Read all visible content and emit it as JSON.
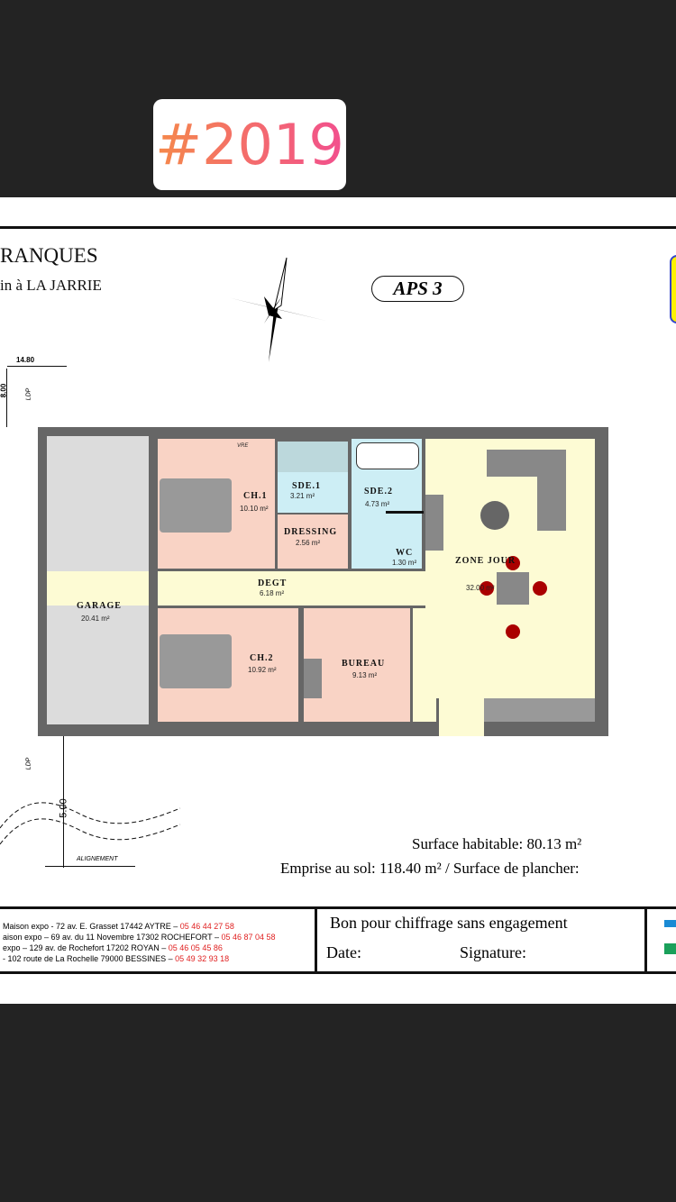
{
  "story": {
    "sticker_text": "#2019"
  },
  "plan": {
    "title": "RANQUES",
    "subtitle": "in à LA JARRIE",
    "badge": "APS 3",
    "dimensions": {
      "width_label": "14.80",
      "depth_label": "8.00",
      "setback_label": "5.00",
      "ldp_label": "LDP",
      "alignment_label": "ALIGNEMENT"
    },
    "rooms": [
      {
        "name": "GARAGE",
        "area": "20.41 m²"
      },
      {
        "name": "CH.1",
        "area": "10.10 m²"
      },
      {
        "name": "SDE.1",
        "area": "3.21 m²"
      },
      {
        "name": "DRESSING",
        "area": "2.56 m²"
      },
      {
        "name": "SDE.2",
        "area": "4.73 m²"
      },
      {
        "name": "WC",
        "area": "1.30 m²"
      },
      {
        "name": "ZONE JOUR",
        "area": "32.00 m²"
      },
      {
        "name": "DEGT",
        "area": "6.18 m²"
      },
      {
        "name": "CH.2",
        "area": "10.92 m²"
      },
      {
        "name": "BUREAU",
        "area": "9.13 m²"
      }
    ],
    "window_label": "VRE",
    "surface_habitable": "Surface habitable: 80.13 m²",
    "emprise": "Emprise au sol: 118.40 m² / Surface de plancher:"
  },
  "footer": {
    "addresses": [
      {
        "text": "Maison expo - 72 av. E. Grasset 17442 AYTRE – ",
        "phone": "05 46 44 27 58"
      },
      {
        "text": "aison expo – 69 av. du 11 Novembre 17302 ROCHEFORT – ",
        "phone": "05 46 87 04 58"
      },
      {
        "text": "expo – 129 av. de Rochefort 17202 ROYAN – ",
        "phone": "05 46 05 45 86"
      },
      {
        "text": "- 102 route de La Rochelle 79000 BESSINES – ",
        "phone": "05 49 32 93 18"
      }
    ],
    "approval": "Bon pour chiffrage sans engagement",
    "date_label": "Date:",
    "signature_label": "Signature:"
  }
}
